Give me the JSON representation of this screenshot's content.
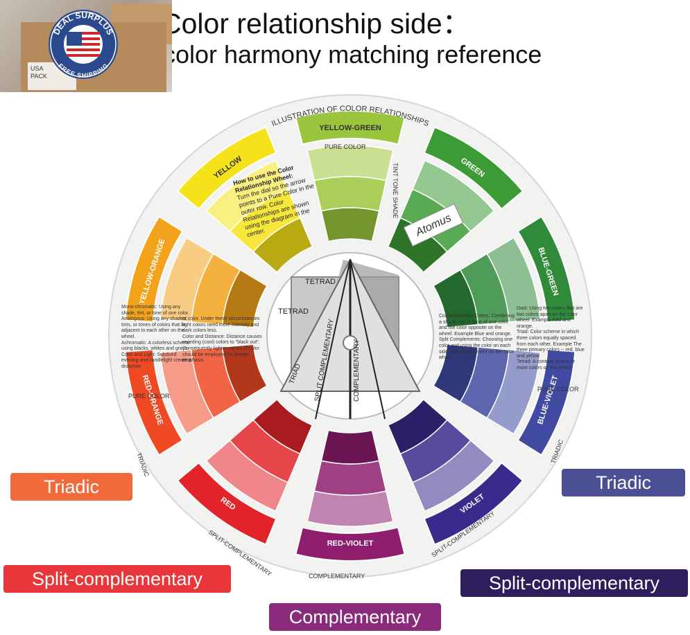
{
  "header": {
    "title": "Color relationship side：",
    "subtitle": "color harmony matching reference"
  },
  "badge": {
    "top_text": "DEAL SURPLUS",
    "bottom_text": "FREE SHIPPING",
    "package_text": "USA PACK"
  },
  "wheel": {
    "ring_title": "ILLUSTRATION OF COLOR RELATIONSHIPS",
    "brand": "Atomus",
    "segments": [
      {
        "name": "YELLOW-GREEN",
        "color": "#9bc53d"
      },
      {
        "name": "GREEN",
        "color": "#3d9b35"
      },
      {
        "name": "BLUE-GREEN",
        "color": "#2f8a3a"
      },
      {
        "name": "BLUE-VIOLET",
        "color": "#3f4aa0"
      },
      {
        "name": "VIOLET",
        "color": "#3a2a8c"
      },
      {
        "name": "RED-VIOLET",
        "color": "#8e1d6e"
      },
      {
        "name": "RED",
        "color": "#e2242a"
      },
      {
        "name": "RED-ORANGE",
        "color": "#ef4a24"
      },
      {
        "name": "YELLOW-ORANGE",
        "color": "#f2a31b"
      },
      {
        "name": "YELLOW",
        "color": "#f6e21a"
      }
    ],
    "pure_color": "PURE COLOR",
    "tint_tone_shade": "TINT TONE SHADE",
    "split_complementary": "SPLIT-COMPLEMENTARY",
    "complementary": "COMPLEMENTARY",
    "triadic": "TRIADIC",
    "center_labels": {
      "tetrad_1": "TETRAD",
      "tetrad_2": "TETRAD",
      "triad": "TRIAD",
      "split": "SPLIT COMPLEMENTARY",
      "comp": "COMPLEMENTARY"
    },
    "howto_title": "How to use the Color Relationship Wheel:",
    "howto_body": "Turn the dial so the arrow points to a Pure Color in the outer row. Color Relationships are shown using the diagram in the center.",
    "left_text": [
      "Mono-chromatic: Using any shade, tint, or tone of one color.",
      "Analogous: Using any shades, tints, or tones of colors that lie adjacent to each other on the wheel.",
      "Achromatic: A colorless scheme using blacks, whites and grays.",
      "Color and Light: Subdued evening and candlelight create a distortion"
    ],
    "mid_text": [
      "of color. Under these circumstances light colors need more intensity and dark colors less.",
      "Color and Distance: Distance causes receding (cool) colors to \"black out\". Consequently lighter values of color should be employed for greater emphasis."
    ],
    "right_text": [
      "Complementary Colors: Combining a shade, tint or tone of one color and the color opposite on the wheel. Example Blue and orange.",
      "Split Complements: Choosing one color and using the color on each side of its complement on the color wheel."
    ],
    "far_right_text": [
      "Diad: Using two colors that are two colors apart on the color wheel. Example Red and orange.",
      "Triad: Color scheme in which three colors equally spaced from each other. Example The three primary colors -- red, blue and yellow",
      "Tetrad: A contrast of four or more colors on the wheel."
    ]
  },
  "callouts": {
    "triadic_left": "Triadic",
    "triadic_right": "Triadic",
    "split_left": "Split-complementary",
    "split_right": "Split-complementary",
    "complementary": "Complementary"
  },
  "colors": {
    "triadic_left": "#f26a3a",
    "triadic_right": "#4b4f93",
    "split_left": "#e8363a",
    "split_right": "#2e1f5c",
    "complementary": "#8a2a7a"
  }
}
